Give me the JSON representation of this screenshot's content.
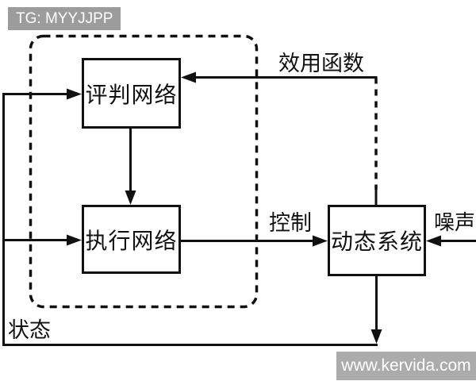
{
  "tag": {
    "label": "TG: MYYJJPP",
    "bg_color": "#9c9c9c",
    "text_color": "#ffffff"
  },
  "watermark": {
    "label": "www.kervida.com",
    "bg_color": "#ababab",
    "text_color": "#ffffff"
  },
  "diagram": {
    "type": "block-diagram",
    "colors": {
      "line": "#111111",
      "background": "#ffffff"
    },
    "nodes": [
      {
        "id": "critic-network",
        "label": "评判网络"
      },
      {
        "id": "action-network",
        "label": "执行网络"
      },
      {
        "id": "dynamic-system",
        "label": "动态系统"
      }
    ],
    "edge_labels": {
      "utility": "效用函数",
      "control": "控制",
      "noise": "噪声",
      "state": "状态"
    },
    "edges": [
      {
        "from": "state-feedback",
        "to": "critic-network",
        "label": "状态",
        "style": "solid"
      },
      {
        "from": "state-feedback",
        "to": "action-network",
        "label": "状态",
        "style": "solid"
      },
      {
        "from": "critic-network",
        "to": "action-network",
        "label": "",
        "style": "solid"
      },
      {
        "from": "action-network",
        "to": "dynamic-system",
        "label": "控制",
        "style": "solid"
      },
      {
        "from": "dynamic-system",
        "to": "critic-network",
        "label": "效用函数",
        "style": "dashed-then-solid"
      },
      {
        "from": "noise-source",
        "to": "dynamic-system",
        "label": "噪声",
        "style": "solid"
      },
      {
        "from": "dynamic-system",
        "to": "state-feedback",
        "label": "状态",
        "style": "solid"
      }
    ],
    "groups": [
      {
        "id": "learning-module",
        "members": [
          "critic-network",
          "action-network"
        ],
        "border": "dashed-rounded"
      }
    ]
  }
}
